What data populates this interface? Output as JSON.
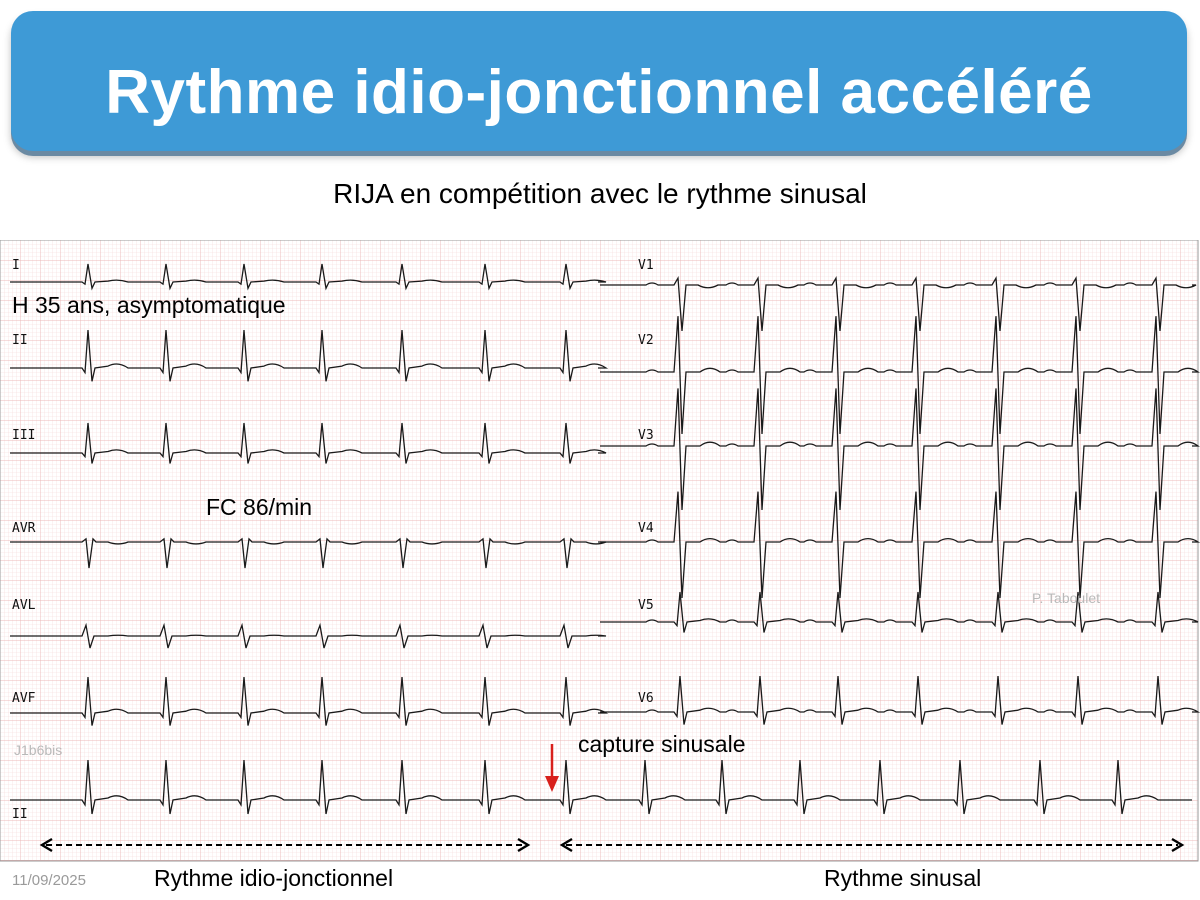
{
  "title": "Rythme idio-jonctionnel accéléré",
  "subtitle": "RIJA en compétition avec le rythme sinusal",
  "annotations": {
    "patient": "H 35 ans, asymptomatique",
    "heart_rate": "FC 86/min",
    "capture": "capture sinusale"
  },
  "watermarks": {
    "author": "P. Taboulet",
    "code": "J1b6bis"
  },
  "lead_labels": {
    "I": "I",
    "II": "II",
    "III": "III",
    "aVR": "AVR",
    "aVL": "AVL",
    "aVF": "AVF",
    "V1": "V1",
    "V2": "V2",
    "V3": "V3",
    "V4": "V4",
    "V5": "V5",
    "V6": "V6",
    "rhythm": "II"
  },
  "footer": {
    "date": "11/09/2025",
    "left_label": "Rythme idio-jonctionnel",
    "right_label": "Rythme sinusal"
  },
  "colors": {
    "banner": "#3e9ad6",
    "grid_minor": "#f4d4d4",
    "grid_major": "#eab3b3",
    "trace": "#1a1a1a",
    "arrow": "#d8201c"
  }
}
